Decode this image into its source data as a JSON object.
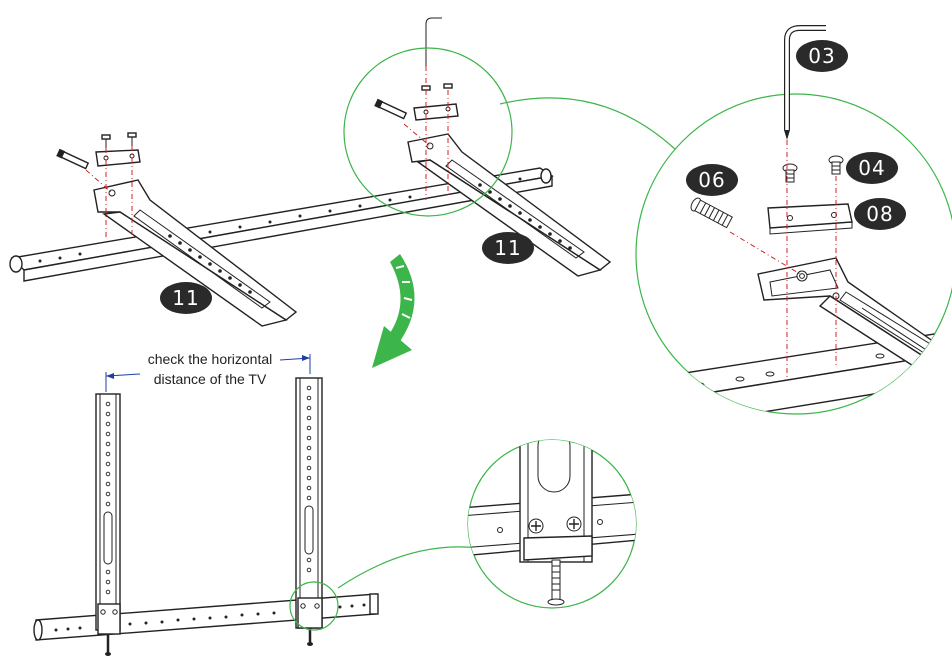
{
  "parts": {
    "arm_label": "11",
    "hex_key_label": "03",
    "short_screw_label": "04",
    "long_bolt_label": "06",
    "spacer_label": "08"
  },
  "note": {
    "line1": "check the horizontal",
    "line2": "distance of the TV"
  },
  "colors": {
    "detail_circle": "#3cb54a",
    "arrow": "#3cb54a",
    "axis_line": "#d42020",
    "dimension_line": "#1f3fa8",
    "badge": "#2a2a2a"
  }
}
